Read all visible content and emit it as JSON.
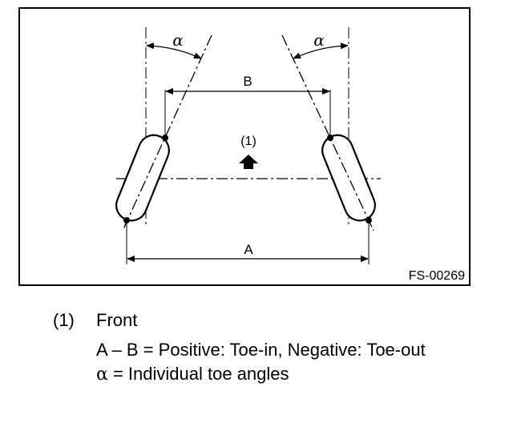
{
  "diagram": {
    "alpha_left": "α",
    "alpha_right": "α",
    "dim_b": "B",
    "dim_a": "A",
    "marker_label": "(1)",
    "figure_code": "FS-00269"
  },
  "legend": {
    "number": "(1)",
    "front": "Front",
    "formula": "A – B = Positive: Toe-in, Negative: Toe-out",
    "alpha_symbol": "α",
    "alpha_text": " = Individual toe angles"
  }
}
